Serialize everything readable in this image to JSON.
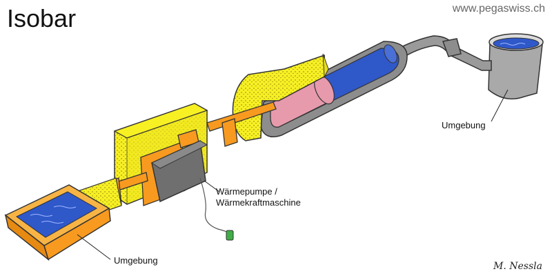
{
  "title": "Isobar",
  "website": "www.pegaswiss.ch",
  "labels": {
    "heat_pump": [
      "Wärmepumpe /",
      "Wärmekraftmaschine"
    ],
    "environment_left": "Umgebung",
    "environment_right": "Umgebung"
  },
  "signature": "M. Nessla",
  "colors": {
    "yellow": "#f7f023",
    "orange": "#f79a1f",
    "grey": "#8d8d8d",
    "blue": "#2f58c9",
    "pink": "#e79aac",
    "green": "#3fae46"
  }
}
